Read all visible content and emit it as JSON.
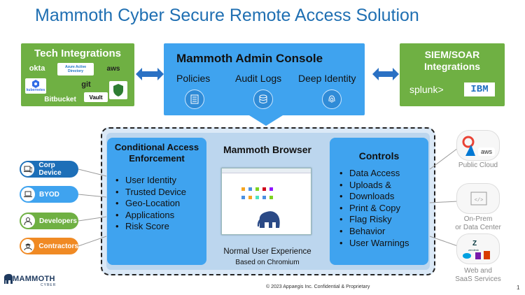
{
  "title": "Mammoth Cyber Secure Remote Access Solution",
  "tech": {
    "header": "Tech  Integrations",
    "logos": [
      "okta",
      "Azure Active Directory",
      "aws",
      "kubernetes",
      "git",
      "Bitbucket",
      "Vault"
    ]
  },
  "siem": {
    "header_line1": "SIEM/SOAR",
    "header_line2": "Integrations",
    "logos": [
      "splunk>",
      "IBM"
    ]
  },
  "console": {
    "title": "Mammoth Admin Console",
    "items": [
      "Policies",
      "Audit Logs",
      "Deep Identity"
    ],
    "icons": [
      "document-list-icon",
      "database-icon",
      "fingerprint-icon"
    ]
  },
  "conditional": {
    "title_line1": "Conditional Access",
    "title_line2": "Enforcement",
    "items": [
      "User Identity",
      "Trusted Device",
      "Geo-Location",
      "Applications",
      "Risk Score"
    ]
  },
  "browser": {
    "title": "Mammoth Browser",
    "caption": "Normal User Experience",
    "subcaption": "Based on Chromium"
  },
  "controls": {
    "title": "Controls",
    "items": [
      "Data Access",
      "Uploads &",
      "Downloads",
      "Print & Copy",
      "Flag Risky",
      "Behavior",
      "User Warnings"
    ]
  },
  "users": [
    {
      "label": "Corp Device",
      "color": "#1d6fb8"
    },
    {
      "label": "BYOD",
      "color": "#3fa3ef"
    },
    {
      "label": "Developers",
      "color": "#6fb043"
    },
    {
      "label": "Contractors",
      "color": "#f08a24"
    }
  ],
  "destinations": {
    "public": "Public Cloud",
    "onprem_line1": "On-Prem",
    "onprem_line2": "or Data Center",
    "web_line1": "Web and",
    "web_line2": "SaaS Services"
  },
  "footer": "© 2023 Appaegis Inc. Confidential & Proprietary",
  "page_number": "1",
  "brand": {
    "name": "MAMMOTH",
    "sub": "CYBER"
  }
}
